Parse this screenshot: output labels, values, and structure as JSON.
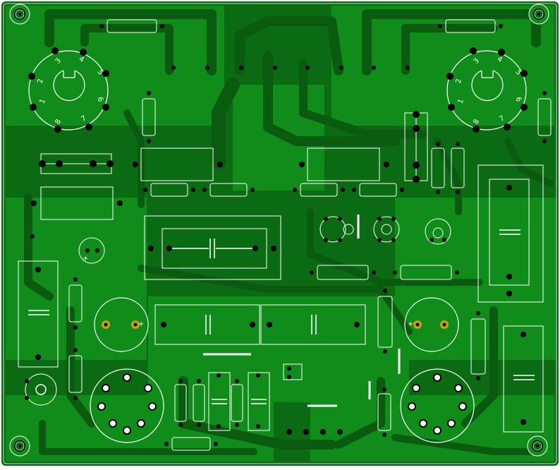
{
  "board": {
    "colors": {
      "background": "#ffffff",
      "substrate": "#0b6b12",
      "copper_pour": "#108c1a",
      "trace": "#0a5a0f",
      "silkscreen": "#ffffff",
      "pad": "#000000",
      "pad_gold": "#c8a010"
    },
    "upper_sockets": [
      {
        "pins": [
          "1",
          "2",
          "3",
          "4",
          "5",
          "6",
          "7",
          "8"
        ]
      },
      {
        "pins": [
          "1",
          "2",
          "3",
          "4",
          "5",
          "6",
          "7",
          "8"
        ]
      }
    ],
    "lower_sockets": [
      {
        "icon": "noval-tube-socket"
      },
      {
        "icon": "noval-tube-socket"
      }
    ],
    "mounting_holes": 4,
    "polarity_mark": "+"
  }
}
